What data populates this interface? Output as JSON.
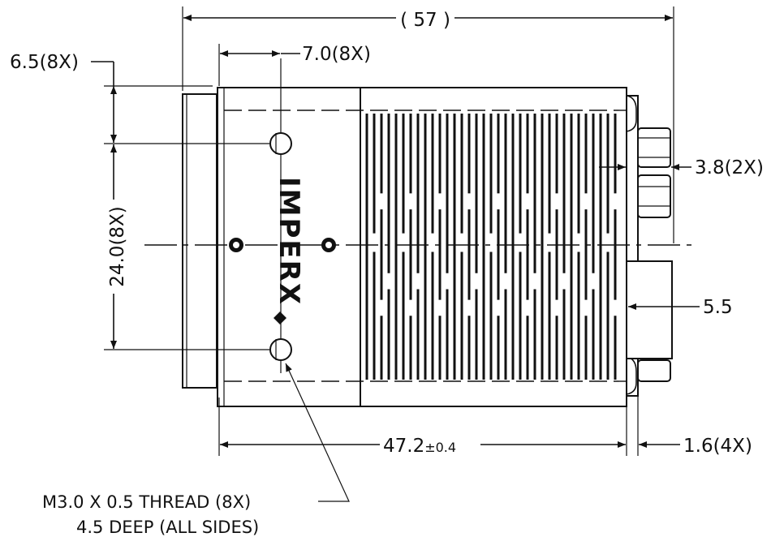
{
  "dimensions": {
    "overall_length": "( 57 )",
    "lens_offset": "6.5(8X)",
    "hole_spacing_top": "7.0(8X)",
    "hole_spacing_vertical": "24.0(8X)",
    "connector_3_8": "3.8(2X)",
    "connector_5_5": "5.5",
    "body_length_value": "47.2",
    "body_length_tol": "±0.4",
    "rear_offset": "1.6(4X)"
  },
  "notes": {
    "thread_line1": "M3.0 X 0.5 THREAD (8X)",
    "thread_line2": "4.5 DEEP (ALL SIDES)"
  },
  "logo_text": "IMPERX",
  "colors": {
    "ink": "#111111",
    "background": "#ffffff"
  }
}
